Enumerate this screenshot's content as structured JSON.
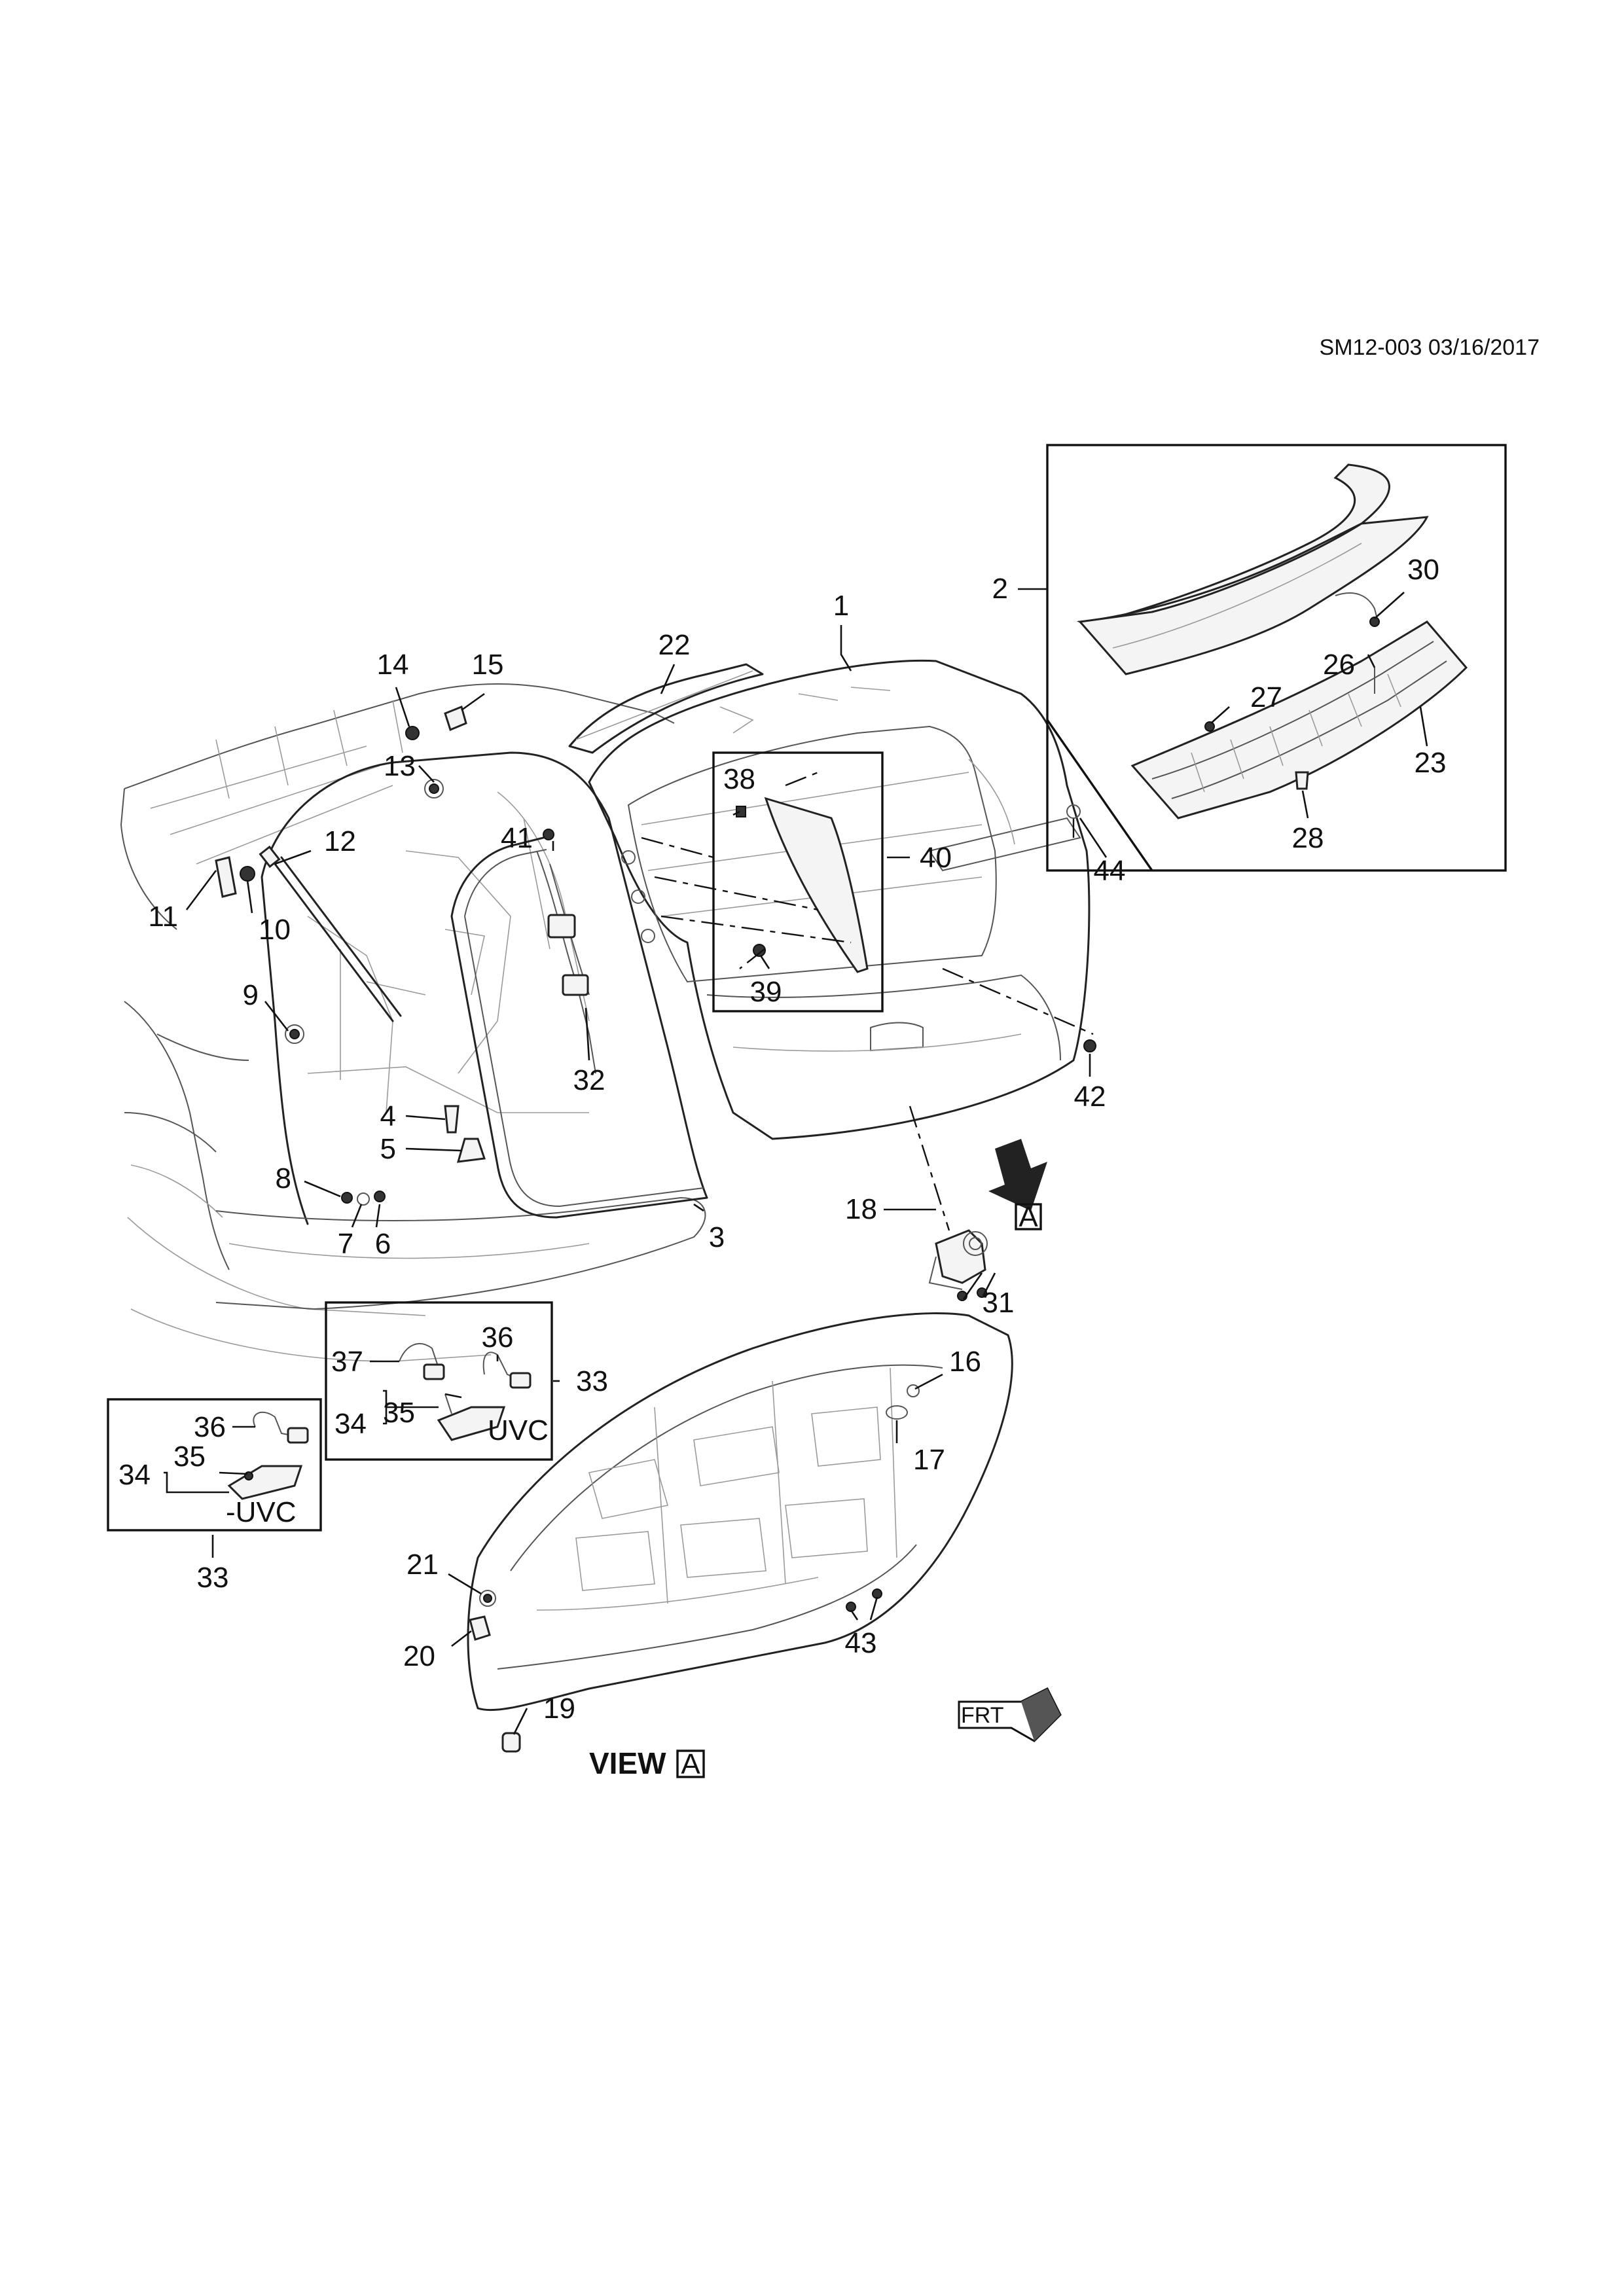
{
  "header": {
    "ref": "SM12-003 03/16/2017"
  },
  "callouts": {
    "c1": "1",
    "c2": "2",
    "c3": "3",
    "c4": "4",
    "c5": "5",
    "c6": "6",
    "c7": "7",
    "c8": "8",
    "c9": "9",
    "c10": "10",
    "c11": "11",
    "c12": "12",
    "c13": "13",
    "c14": "14",
    "c15": "15",
    "c16": "16",
    "c17": "17",
    "c18": "18",
    "c19": "19",
    "c20": "20",
    "c21": "21",
    "c22": "22",
    "c23": "23",
    "c26": "26",
    "c27": "27",
    "c28": "28",
    "c30": "30",
    "c31": "31",
    "c32": "32",
    "c33a": "33",
    "c33b": "33",
    "c34a": "34",
    "c34b": "34",
    "c35a": "35",
    "c35b": "35",
    "c36a": "36",
    "c36b": "36",
    "c37": "37",
    "c38": "38",
    "c39": "39",
    "c40": "40",
    "c41": "41",
    "c42": "42",
    "c43": "43",
    "c44": "44"
  },
  "variants": {
    "uvc": "UVC",
    "no_uvc": "-UVC"
  },
  "view": {
    "label": "VIEW",
    "marker": "A"
  },
  "arrow_marker": "A",
  "front_marker": "FRT"
}
